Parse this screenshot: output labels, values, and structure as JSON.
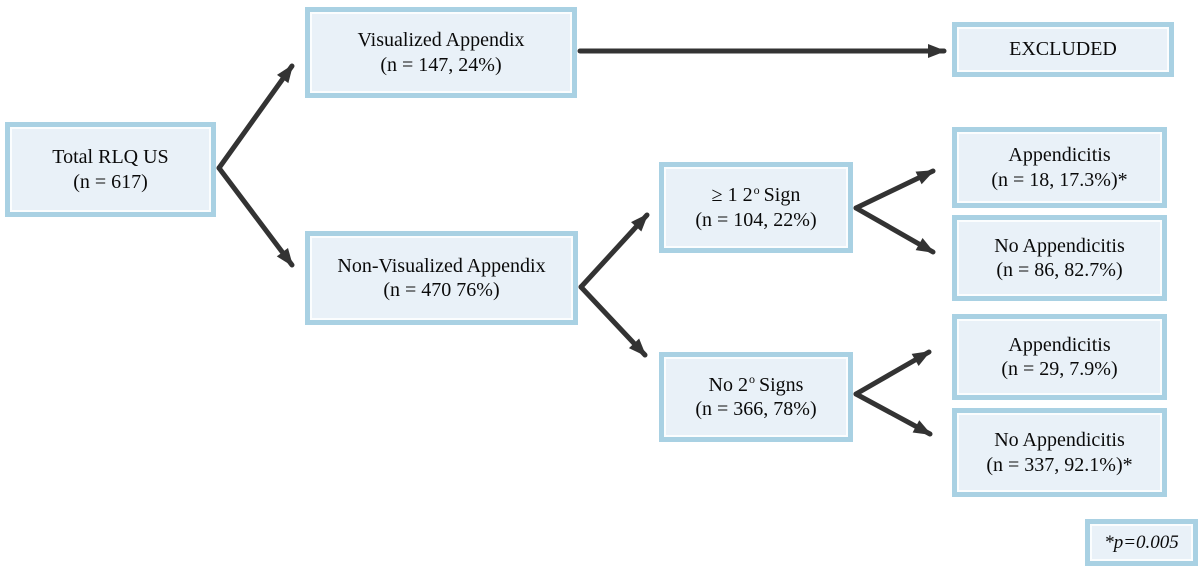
{
  "diagram": {
    "colors": {
      "box_fill": "#e9f1f8",
      "box_border": "#a9d1e3",
      "arrow": "#333333",
      "text": "#0a0a0a"
    },
    "nodes": {
      "total": {
        "line1": "Total RLQ US",
        "line2": "(n = 617)"
      },
      "visualized": {
        "line1": "Visualized Appendix",
        "line2": "(n = 147, 24%)"
      },
      "excluded": {
        "line1": "EXCLUDED"
      },
      "nonvisualized": {
        "line1": "Non-Visualized Appendix",
        "line2": "(n = 470 76%)"
      },
      "ge1sign": {
        "line1_pre": "≥ 1 2",
        "line1_sup": "o",
        "line1_post": "Sign",
        "line2": "(n = 104, 22%)"
      },
      "nosigns": {
        "line1_pre": "No 2",
        "line1_sup": "o",
        "line1_post": "Signs",
        "line2": "(n = 366, 78%)"
      },
      "appendicitis_sign": {
        "line1": "Appendicitis",
        "line2": "(n = 18, 17.3%)*"
      },
      "no_appendicitis_sign": {
        "line1": "No Appendicitis",
        "line2": "(n = 86, 82.7%)"
      },
      "appendicitis_nosign": {
        "line1": "Appendicitis",
        "line2": "(n = 29, 7.9%)"
      },
      "no_appendicitis_nosign": {
        "line1": "No Appendicitis",
        "line2": "(n = 337, 92.1%)*"
      },
      "pvalue": {
        "line1": "*p=0.005"
      }
    }
  }
}
